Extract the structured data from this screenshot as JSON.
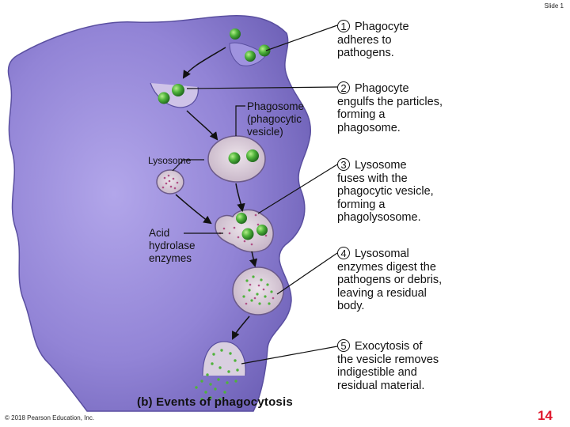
{
  "slide_label": "Slide 1",
  "steps": [
    {
      "number": "1",
      "first_line": "Phagocyte",
      "rest": "adheres to pathogens."
    },
    {
      "number": "2",
      "first_line": "Phagocyte",
      "rest": "engulfs the particles, forming a phagosome."
    },
    {
      "number": "3",
      "first_line": "Lysosome",
      "rest": "fuses with the phagocytic vesicle, forming a phagolysosome."
    },
    {
      "number": "4",
      "first_line": "Lysosomal",
      "rest": "enzymes digest the pathogens or debris, leaving a residual body."
    },
    {
      "number": "5",
      "first_line": "Exocytosis of",
      "rest": "the vesicle removes indigestible and residual material."
    }
  ],
  "labels": {
    "phagosome": [
      "Phagosome",
      "(phagocytic",
      "vesicle)"
    ],
    "lysosome": "Lysosome",
    "enzymes": [
      "Acid",
      "hydrolase",
      "enzymes"
    ]
  },
  "caption": "(b) Events of phagocytosis",
  "copyright": "© 2018 Pearson Education, Inc.",
  "page_number": "14",
  "colors": {
    "cell": "#8478c9",
    "cell_light": "#a69ae0",
    "vesicle": "#d8c9d6",
    "pathogen": "#4fb33b",
    "lysosome": "#c9aac9",
    "enzyme_dot": "#b04f86",
    "page_number": "#e0182d"
  }
}
